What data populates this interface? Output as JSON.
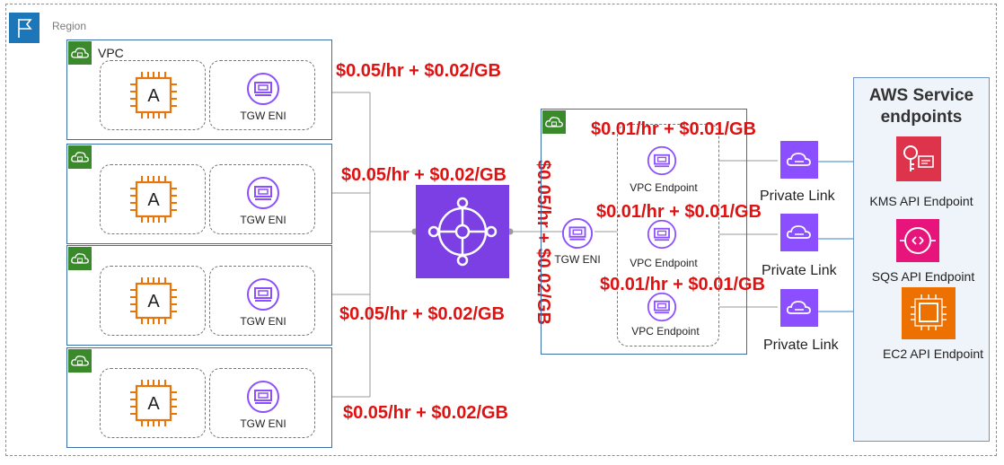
{
  "region": {
    "label": "Region"
  },
  "vpc": {
    "label": "VPC"
  },
  "instance": {
    "label": "A"
  },
  "tgw_eni": {
    "label": "TGW ENI"
  },
  "tgw_prices": [
    "$0.05/hr + $0.02/GB",
    "$0.05/hr + $0.02/GB",
    "$0.05/hr + $0.02/GB",
    "$0.05/hr + $0.02/GB"
  ],
  "attachment_price": "$0.05/hr + $0.02/GB",
  "endpoints_vpc": {
    "tgw_eni_label": "TGW ENI",
    "endpoints": [
      {
        "label": "VPC Endpoint",
        "price": "$0.01/hr + $0.01/GB"
      },
      {
        "label": "VPC Endpoint",
        "price": "$0.01/hr + $0.01/GB"
      },
      {
        "label": "VPC Endpoint",
        "price": "$0.01/hr + $0.01/GB"
      }
    ]
  },
  "private_link": [
    "Private Link",
    "Private Link",
    "Private Link"
  ],
  "aws_services": {
    "title_line1": "AWS Service",
    "title_line2": "endpoints",
    "items": [
      {
        "label": "KMS API Endpoint",
        "color": "#dd344c"
      },
      {
        "label": "SQS API Endpoint",
        "color": "#e7157b"
      },
      {
        "label": "EC2 API Endpoint",
        "color": "#ed7100"
      }
    ]
  },
  "colors": {
    "price": "#e01111",
    "tgw": "#7b3fe4",
    "ec2": "#e8740c",
    "eni": "#8c4fff",
    "vpc_border": "#3b6fa8",
    "vpc_icon": "#3a8a2c"
  }
}
